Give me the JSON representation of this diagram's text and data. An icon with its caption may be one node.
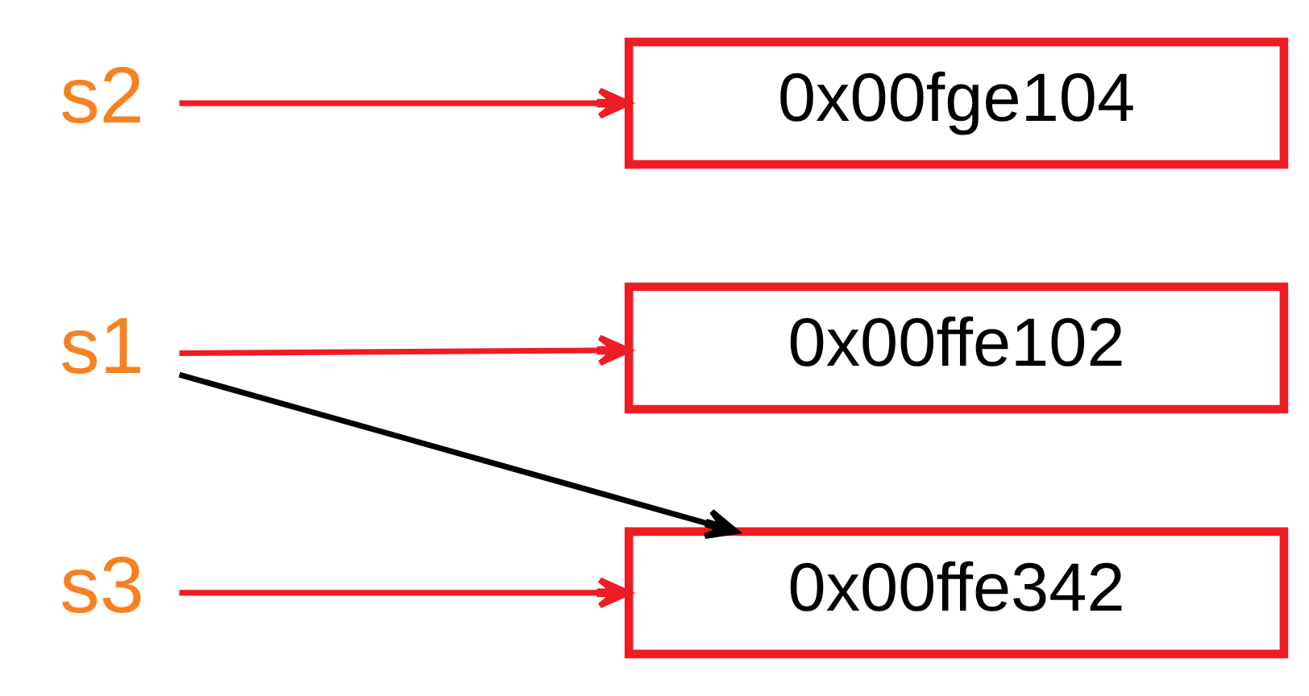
{
  "diagram": {
    "nodes": [
      {
        "text": [
          "s1"
        ]
      },
      {
        "text": [
          "0x00ffe102"
        ]
      },
      {
        "text": [
          "s2"
        ]
      },
      {
        "text": [
          "0x00fge104"
        ]
      },
      {
        "text": [
          "s3"
        ]
      },
      {
        "text": [
          "0x00ffe342"
        ]
      }
    ],
    "edges": [
      {
        "from": 0,
        "to": 1,
        "arrow": "to",
        "color": "#ee1c24"
      },
      {
        "from": 0,
        "to": 5,
        "arrow": "to",
        "color": "#000000"
      },
      {
        "from": 2,
        "to": 3,
        "arrow": "to",
        "color": "#ee1c24"
      },
      {
        "from": 4,
        "to": 5,
        "arrow": "to",
        "color": "#ee1c24"
      }
    ]
  }
}
